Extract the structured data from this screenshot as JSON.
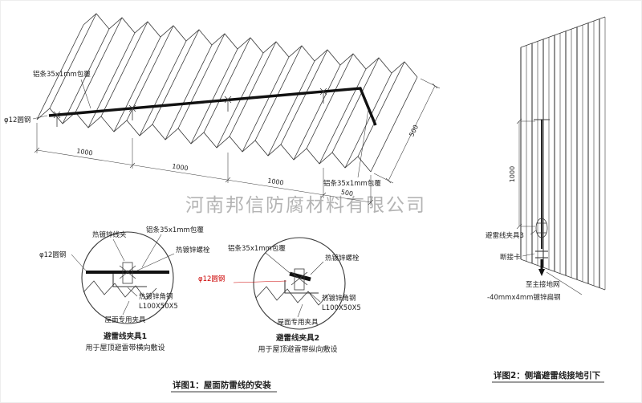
{
  "watermark": "河南邦信防腐材料有限公司",
  "roof": {
    "label_strip_top": "铝条35x1mm包覆",
    "label_strip_right": "铝条35x1mm包覆",
    "label_round_steel": "φ12圆钢",
    "dims": {
      "d1": "1000",
      "d2": "1000",
      "d3": "1000",
      "d4": "500",
      "depth": "500"
    }
  },
  "detail1": {
    "title": "避雷线夹具1",
    "subtitle": "用于屋顶避雷带横向敷设",
    "label_wire_clip": "热镀锌线夹",
    "label_strip": "铝条35x1mm包覆",
    "label_bolt": "热镀锌螺栓",
    "label_round_steel": "φ12圆钢",
    "label_angle_steel": "热镀锌角钢",
    "label_angle_size": "L100X50X5",
    "label_roof_clamp": "屋面专用夹具"
  },
  "detail2": {
    "title": "避雷线夹具2",
    "subtitle": "用于屋顶避雷带纵向敷设",
    "label_strip": "铝条35x1mm包覆",
    "label_bolt": "热镀锌螺栓",
    "label_round_steel": "φ12圆钢",
    "label_angle_steel": "热镀锌角钢",
    "label_angle_size": "L100X50X5",
    "label_roof_clamp": "屋面专用夹具"
  },
  "wall": {
    "dim_height": "1000",
    "label_clamp3": "避雷线夹具3",
    "label_disconnect": "断接卡",
    "label_to_ground": "至主接地网",
    "label_flat_steel": "-40mmx4mm镀锌扁钢"
  },
  "captions": {
    "c1": "详图1：屋面防雷线的安装",
    "c2": "详图2：侧墙避雷线接地引下"
  },
  "colors": {
    "line": "#3a3a3a",
    "wire": "#111111",
    "red": "#cc0000",
    "watermark": "#a8a8a8",
    "text": "#1f1f1f"
  }
}
